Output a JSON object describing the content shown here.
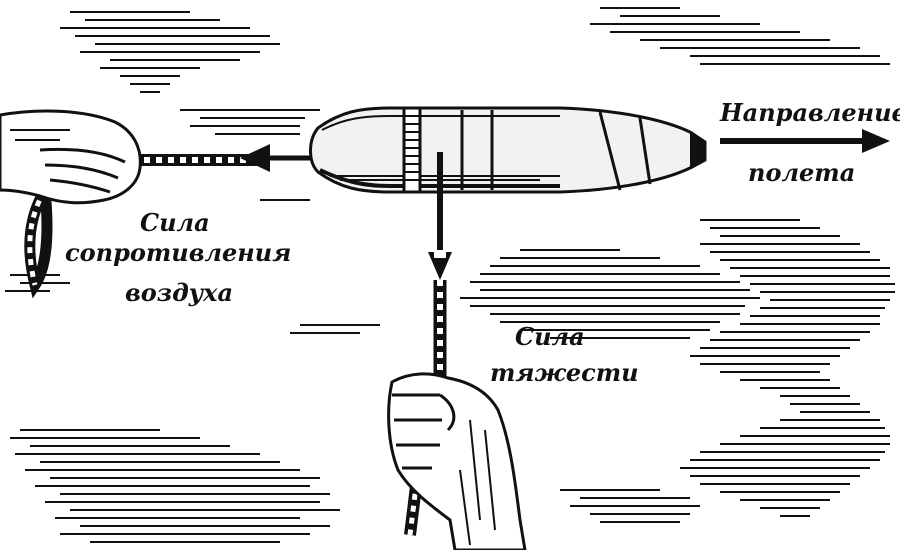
{
  "labels": {
    "flight_line1": "Направление",
    "flight_line2": "полета",
    "drag_line1": "Сила",
    "drag_line2": "сопротивления",
    "drag_line3": "воздуха",
    "gravity_line1": "Сила",
    "gravity_line2": "тяжести"
  },
  "colors": {
    "ink": "#111111",
    "paper": "#ffffff",
    "shell_light": "#f2f2f2"
  }
}
